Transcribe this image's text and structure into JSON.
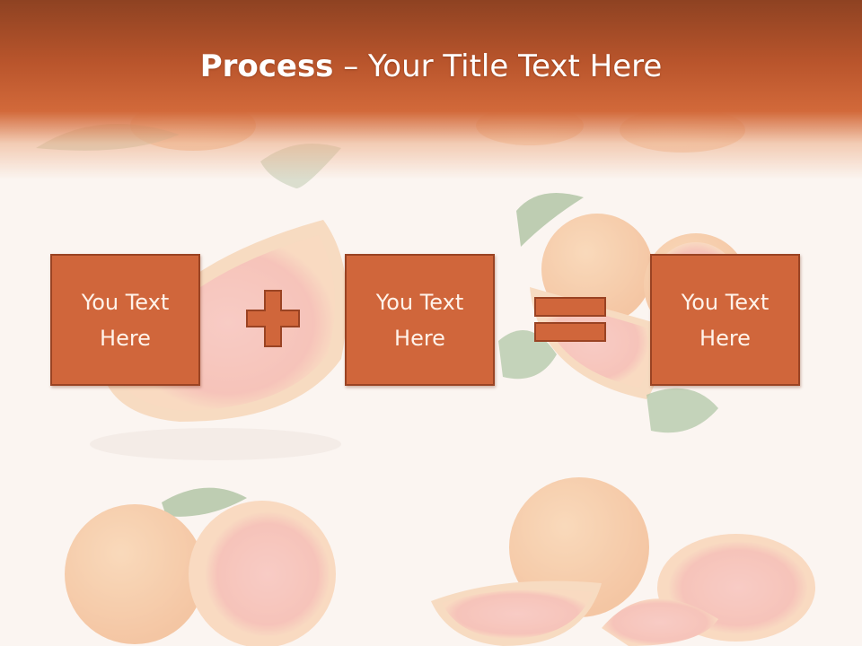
{
  "slide": {
    "title_bold": "Process",
    "title_rest": " – Your Title Text Here",
    "boxes": [
      {
        "text": "You Text Here"
      },
      {
        "text": "You Text Here"
      },
      {
        "text": "You Text Here"
      }
    ],
    "operators": [
      "plus-icon",
      "equals-icon"
    ]
  },
  "colors": {
    "header": "#b9552c",
    "box_fill": "#d0663b",
    "box_border": "#9a4323",
    "background": "#fbf5f1"
  },
  "background_image": "faded grapefruit halves and slices"
}
